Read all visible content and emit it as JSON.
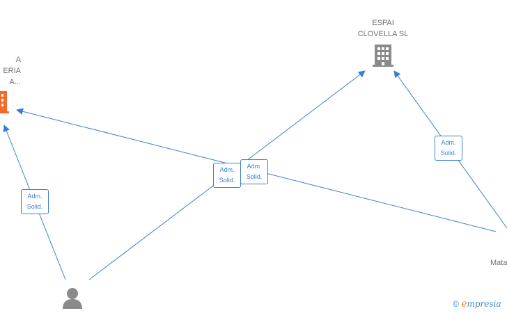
{
  "nodes": {
    "espai": {
      "line1": "ESPAI",
      "line2": "CLOVELLA  SL",
      "icon": "building-icon",
      "color": "#8a8a8a"
    },
    "left_company": {
      "line1": "A",
      "line2": "ERIA",
      "line3": "A...",
      "icon": "building-icon",
      "color": "#f26b2a"
    },
    "right_company": {
      "line1": "Mata",
      "line2": ""
    },
    "person": {
      "icon": "person-icon",
      "color": "#8a8a8a"
    }
  },
  "edges": [
    {
      "id": "person-to-left-company",
      "label_line1": "Adm.",
      "label_line2": "Solid."
    },
    {
      "id": "person-to-espai",
      "label_line1": "Adm.",
      "label_line2": "Solid."
    },
    {
      "id": "right-to-left-company",
      "label_line1": "Adm.",
      "label_line2": "Solid."
    },
    {
      "id": "right-to-espai",
      "label_line1": "Adm.",
      "label_line2": "Solid."
    }
  ],
  "edge_color": "#3b7fd4",
  "brand": {
    "copyright": "©",
    "e": "e",
    "rest": "mpresia"
  }
}
